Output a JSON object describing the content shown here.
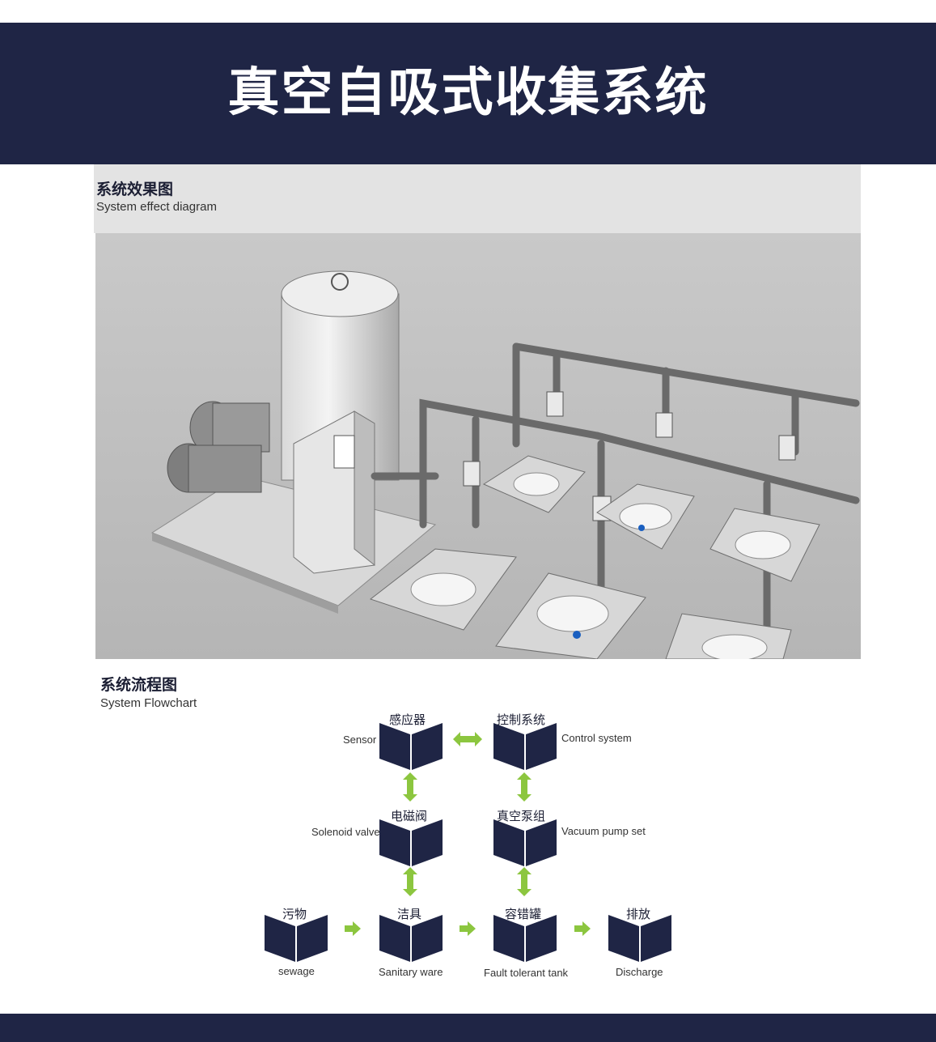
{
  "header": {
    "title": "真空自吸式收集系统"
  },
  "effect_section": {
    "title_cn": "系统效果图",
    "title_en": "System effect diagram"
  },
  "flow_section": {
    "title_cn": "系统流程图",
    "title_en": "System Flowchart"
  },
  "nodes": {
    "sensor": {
      "cn": "感应器",
      "en": "Sensor"
    },
    "control": {
      "cn": "控制系统",
      "en": "Control system"
    },
    "solenoid": {
      "cn": "电磁阀",
      "en": "Solenoid valve"
    },
    "pump": {
      "cn": "真空泵组",
      "en": "Vacuum pump set"
    },
    "sewage": {
      "cn": "污物",
      "en": "sewage"
    },
    "sanitary": {
      "cn": "洁具",
      "en": "Sanitary ware"
    },
    "tank": {
      "cn": "容错罐",
      "en": "Fault tolerant tank"
    },
    "discharge": {
      "cn": "排放",
      "en": "Discharge"
    }
  },
  "colors": {
    "navy": "#1f2545",
    "arrow_green": "#8cc63f",
    "panel_grey": "#e3e3e3"
  },
  "icons": {
    "node": "open-book-icon",
    "arrow": "green-arrow-icon"
  }
}
